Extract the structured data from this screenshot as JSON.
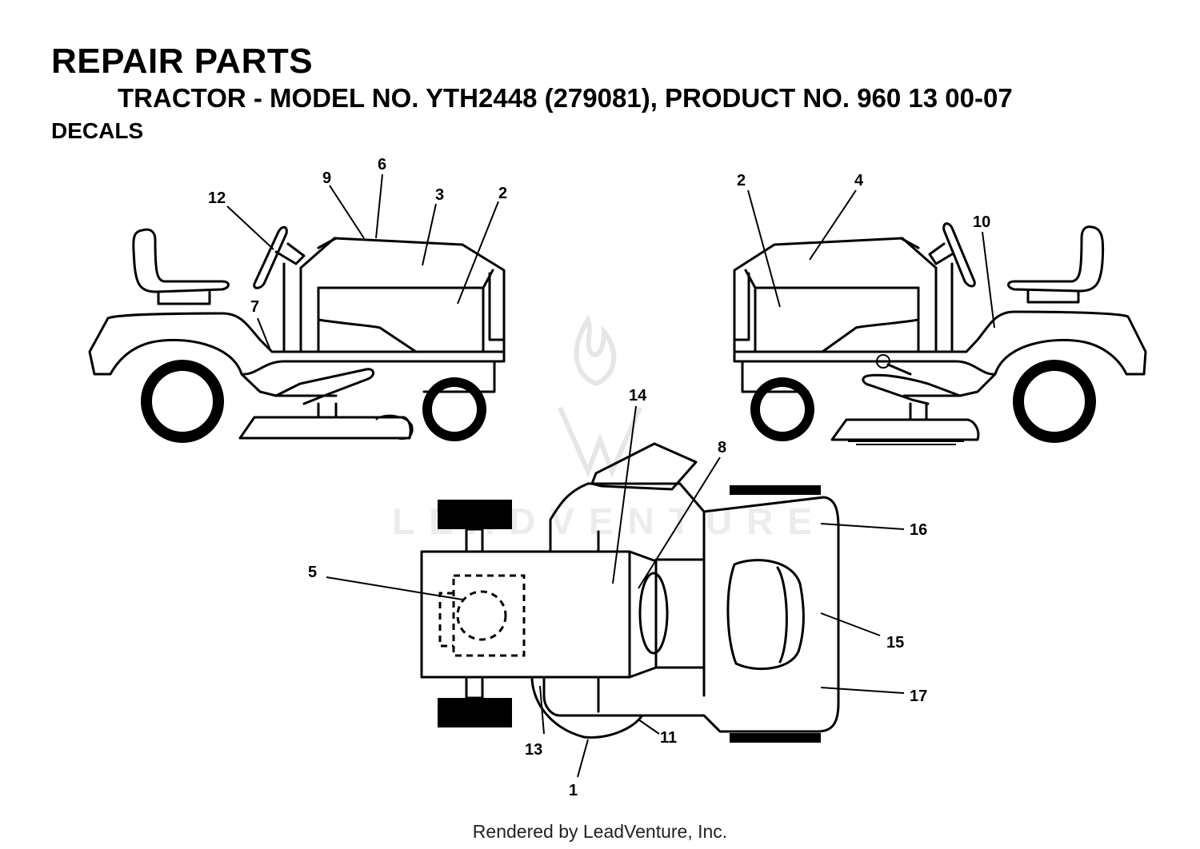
{
  "header": {
    "title": "REPAIR PARTS",
    "subtitle": "TRACTOR - MODEL NO. YTH2448 (279081), PRODUCT NO. 960 13 00-07",
    "section": "DECALS"
  },
  "watermark": {
    "text": "LEADVENTURE"
  },
  "callouts": {
    "c1": "1",
    "c2a": "2",
    "c2b": "2",
    "c3": "3",
    "c4": "4",
    "c5": "5",
    "c6": "6",
    "c7": "7",
    "c8": "8",
    "c9": "9",
    "c10": "10",
    "c11": "11",
    "c12": "12",
    "c13": "13",
    "c14": "14",
    "c15": "15",
    "c16": "16",
    "c17": "17"
  },
  "footer": {
    "text": "Rendered by LeadVenture, Inc."
  }
}
